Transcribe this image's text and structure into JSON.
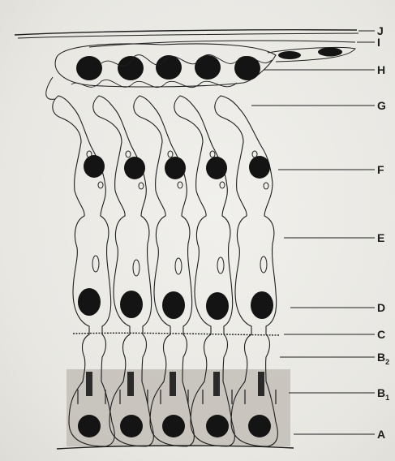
{
  "diagram": {
    "labels": {
      "J": "J",
      "I": "I",
      "H": "H",
      "G": "G",
      "F": "F",
      "E": "E",
      "D": "D",
      "C": "C",
      "B2": "B",
      "B2_sub": "2",
      "B1": "B",
      "B1_sub": "1",
      "A": "A"
    },
    "colors": {
      "background": "#ecebe7",
      "ink": "#1e1e1e",
      "nucleus": "#141414",
      "shaded_band": "#bdb8b2"
    },
    "column_count": 5,
    "top_row_nuclei_count": 5,
    "flattened_nuclei_count": 2
  }
}
